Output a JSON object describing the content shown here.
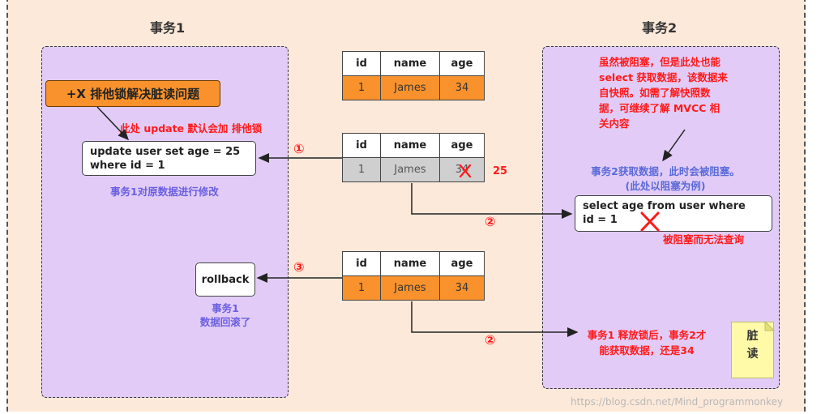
{
  "left": {
    "title": "事务1",
    "badge": "+X 排他锁解决脏读问题",
    "update_note": "此处 update 默认会加 排他锁",
    "update_sql_line1": "update user set age = 25",
    "update_sql_line2": "where id = 1",
    "modify_caption": "事务1对原数据进行修改",
    "rollback_label": "rollback",
    "rollback_caption_line1": "事务1",
    "rollback_caption_line2": "数据回滚了"
  },
  "right": {
    "title": "事务2",
    "mvcc_note": [
      "虽然被阻塞，但是此处也能",
      "select 获取数据，该数据来",
      "自快照。如需了解快照数",
      "据，可继续了解 MVCC 相",
      "关内容"
    ],
    "blocked_caption_line1": "事务2获取数据，此时会被阻塞。",
    "blocked_caption_line2": "(此处以阻塞为例)",
    "select_sql_line1": "select age from user where",
    "select_sql_line2": "id = 1",
    "blocked_label": "被阻塞而无法查询",
    "release_line1": "事务1 释放锁后，事务2才",
    "release_line2": "能获取数据，还是34",
    "sticky_line1": "脏",
    "sticky_line2": "读"
  },
  "tables": [
    {
      "headers": [
        "id",
        "name",
        "age"
      ],
      "row": [
        "1",
        "James",
        "34"
      ]
    },
    {
      "headers": [
        "id",
        "name",
        "age"
      ],
      "row": [
        "1",
        "James",
        "34"
      ],
      "new_value": "25"
    },
    {
      "headers": [
        "id",
        "name",
        "age"
      ],
      "row": [
        "1",
        "James",
        "34"
      ]
    }
  ],
  "steps": {
    "s1": "①",
    "s2a": "②",
    "s3": "③",
    "s2b": "②"
  },
  "watermark": "https://blog.csdn.net/Mind_programmonkey",
  "colors": {
    "canvas": "#fde9d9",
    "panel": "#e2ccf7",
    "accent": "#f9922c",
    "red": "#ff1a1a"
  }
}
